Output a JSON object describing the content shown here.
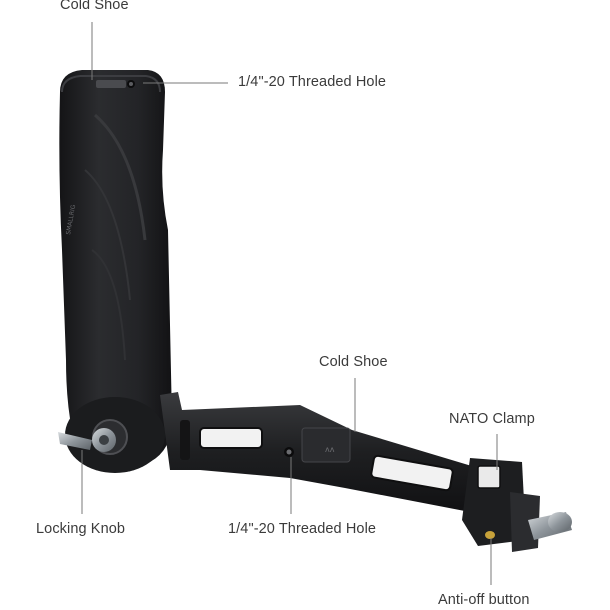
{
  "callouts": {
    "cold_shoe_top": "Cold Shoe",
    "threaded_hole_top": "1/4\"-20 Threaded Hole",
    "cold_shoe_mid": "Cold Shoe",
    "nato_clamp": "NATO Clamp",
    "locking_knob": "Locking Knob",
    "threaded_hole_bottom": "1/4\"-20 Threaded Hole",
    "anti_off_button": "Anti-off button"
  },
  "colors": {
    "background": "#ffffff",
    "product_dark": "#1f1f21",
    "product_mid": "#2e2f32",
    "metal": "#9aa0a6",
    "leader_line": "#7a7a7a",
    "label_text": "#3b3b3b"
  },
  "icons": [
    "handle-grip-illustration",
    "locking-knob-illustration",
    "nato-clamp-illustration"
  ]
}
